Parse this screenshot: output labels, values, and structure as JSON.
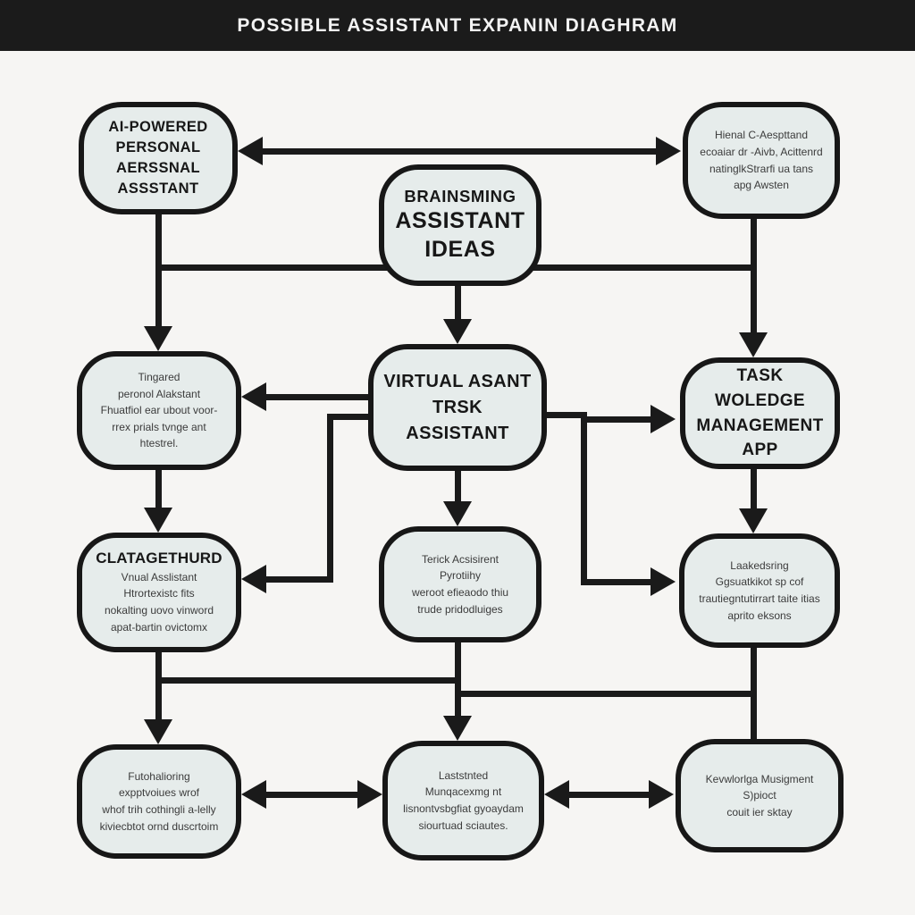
{
  "title_bar": {
    "title": "POSSIBLE ASSISTANT EXPANIN DIAGHRAM"
  },
  "colors": {
    "titlebar_bg": "#1b1b1b",
    "title_text": "#f3f3f3",
    "canvas_bg": "#f6f5f3",
    "node_fill": "#e6eceb",
    "node_border": "#171717",
    "connector": "#1a1a1a",
    "text_dark": "#171717",
    "text_gray": "#3b3b3b"
  },
  "nodes": {
    "top_left": {
      "text": "AI-POWERED\nPERSONAL\nAERSSNAL\nASSSTANT"
    },
    "top_center": {
      "line1": "BRAINSMING",
      "rest": "ASSISTANT\nIDEAS"
    },
    "top_right": {
      "text": "Hienal C-Aespttand\necoaiar dr -Aivb, Acittenrd\nnatinglkStrarfi ua tans\napg Awsten"
    },
    "mid_left": {
      "text": "Tingared\nperonol Alakstant\nFhuatfiol ear ubout voor-\nrrex prials tvnge ant\nhtestrel."
    },
    "mid_center": {
      "text": "VIRTUAL ASANT\nTRSK\nASSISTANT"
    },
    "mid_right": {
      "text": "TASK WOLEDGE\nMANAGEMENT\nAPP"
    },
    "low_left": {
      "line1": "CLATAGETHURD",
      "rest": "Vnual Asslistant\nHtrortexistc fits\nnokalting uovo vinword\napat-bartin ovictomx"
    },
    "low_center": {
      "text": "Terick Acsisirent\nPyrotiihy\nweroot efieaodo thiu\ntrude pridodluiges"
    },
    "low_right": {
      "text": "Laakedsring\nGgsuatkikot sp cof\ntrautiegntutirrart taite itias\naprito eksons"
    },
    "bot_left": {
      "text": "Futohalioring\nexpptvoiues wrof\nwhof trih cothingli a-lelly\nkiviecbtot ornd duscrtoim"
    },
    "bot_center": {
      "text": "Laststnted\nMunqacexmg nt\nlisnontvsbgfiat gyoaydam\nsiourtuad sciautes."
    },
    "bot_right": {
      "text": "Kevwlorlga Musigment\nS)pioct\ncouit ier sktay"
    }
  }
}
